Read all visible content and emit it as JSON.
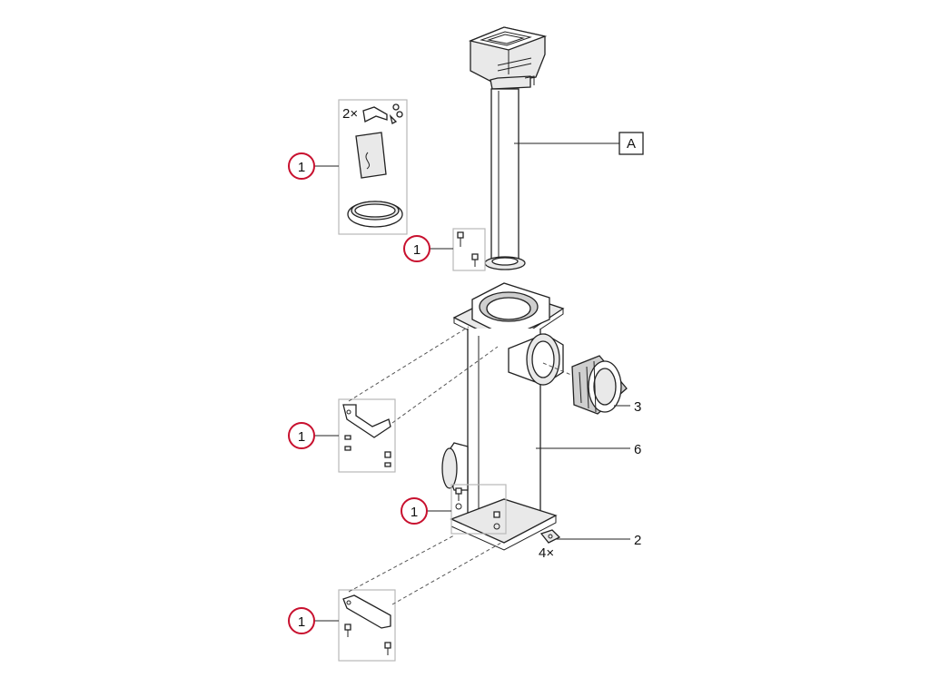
{
  "diagram": {
    "accent_color": "#c8102e",
    "line_color": "#222222",
    "kit_box_color": "#b8b8b8",
    "callouts": [
      {
        "id": "kit-top",
        "label": "1"
      },
      {
        "id": "kit-flange-screws",
        "label": "1"
      },
      {
        "id": "kit-upper-bracket",
        "label": "1"
      },
      {
        "id": "kit-lower-screws",
        "label": "1"
      },
      {
        "id": "kit-lower-bracket",
        "label": "1"
      }
    ],
    "part_labels": {
      "a": "A",
      "part3": "3",
      "part6": "6",
      "part2": "2"
    },
    "quantities": {
      "bracket_top": "2×",
      "feet": "4×"
    }
  }
}
